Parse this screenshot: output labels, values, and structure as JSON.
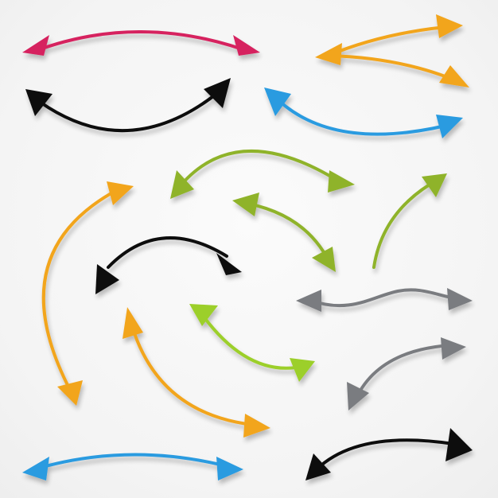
{
  "scene": {
    "background": "#f6f6f6",
    "arrows": [
      {
        "name": "double-arrow-icon",
        "color": "#d6245e",
        "shape": "arc-up"
      },
      {
        "name": "double-arrow-icon",
        "color": "#f2a51f",
        "shape": "split-double"
      },
      {
        "name": "double-arrow-icon",
        "color": "#111111",
        "shape": "arc-down"
      },
      {
        "name": "double-arrow-icon",
        "color": "#2b9be0",
        "shape": "arc-down"
      },
      {
        "name": "double-arrow-icon",
        "color": "#8fb32a",
        "shape": "arc-up"
      },
      {
        "name": "double-arrow-icon",
        "color": "#f2a51f",
        "shape": "long-arc-left"
      },
      {
        "name": "double-arrow-icon",
        "color": "#8fb32a",
        "shape": "diagonal-curve"
      },
      {
        "name": "single-arrow-icon",
        "color": "#8fb32a",
        "shape": "curve-up-right"
      },
      {
        "name": "double-arrow-icon",
        "color": "#111111",
        "shape": "arc-up"
      },
      {
        "name": "double-arrow-icon",
        "color": "#7a7c80",
        "shape": "wave"
      },
      {
        "name": "double-arrow-icon",
        "color": "#9ccf2b",
        "shape": "diagonal-curve"
      },
      {
        "name": "double-arrow-icon",
        "color": "#f2a51f",
        "shape": "sweep-down"
      },
      {
        "name": "double-arrow-icon",
        "color": "#7a7c80",
        "shape": "arc-up-diagonal"
      },
      {
        "name": "double-arrow-icon",
        "color": "#2b9be0",
        "shape": "arc-up"
      },
      {
        "name": "double-arrow-icon",
        "color": "#111111",
        "shape": "arc-up-diagonal"
      }
    ]
  }
}
